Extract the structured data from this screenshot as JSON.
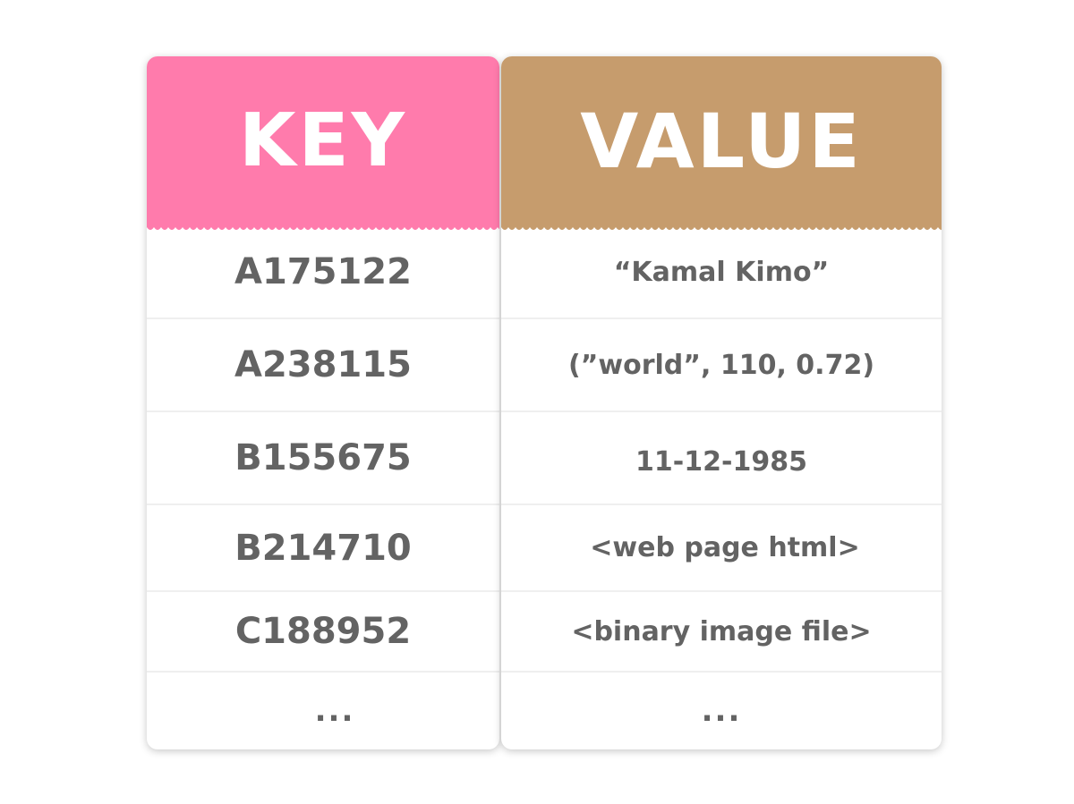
{
  "colors": {
    "key_header": "#FF7BAC",
    "value_header": "#C69C6D",
    "cell_text": "#636363",
    "header_text": "#FFFFFF"
  },
  "key_column": {
    "header": "KEY",
    "rows": [
      "A175122",
      "A238115",
      "B155675",
      "B214710",
      "C188952",
      "..."
    ]
  },
  "value_column": {
    "header": "VALUE",
    "rows": [
      "“Kamal Kimo”",
      "(”world”, 110, 0.72)",
      "11-12-1985",
      "<web page html>",
      "<binary image file>",
      "..."
    ]
  }
}
